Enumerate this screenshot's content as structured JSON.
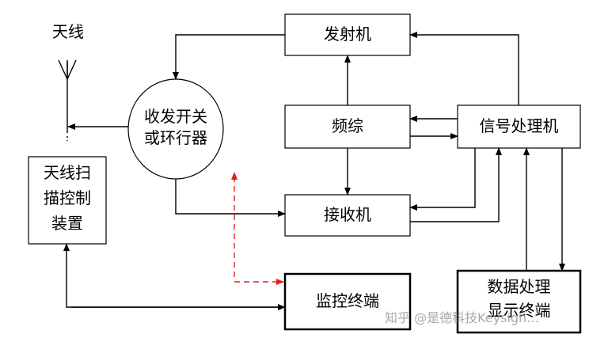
{
  "antenna": {
    "label": "天线"
  },
  "nodes": {
    "transmitter": "发射机",
    "duplexer_line1": "收发开关",
    "duplexer_line2": "或环行器",
    "synthesizer": "频综",
    "signal_processor": "信号处理机",
    "antenna_control_line1": "天线扫",
    "antenna_control_line2": "描控制",
    "antenna_control_line3": "装置",
    "receiver": "接收机",
    "monitor_terminal": "监控终端",
    "data_line1": "数据处理",
    "data_line2": "显示终端"
  },
  "watermark": "知乎 @是德科技Keysigh…",
  "colors": {
    "line": "#000000",
    "dashed_arrow": "#e02020",
    "watermark": "#9a9a9a"
  }
}
